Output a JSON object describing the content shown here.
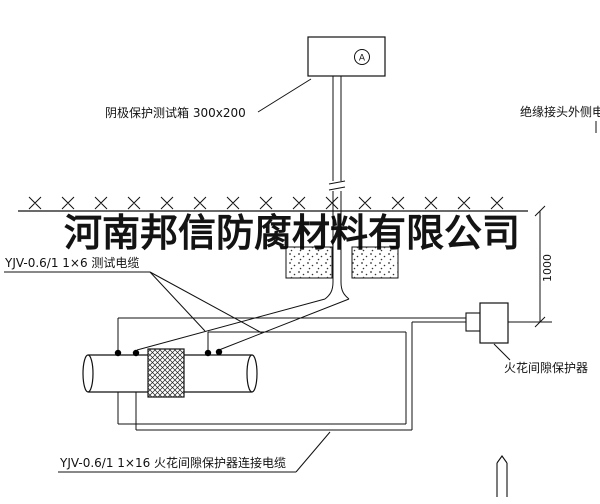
{
  "drawing": {
    "watermark": "河南邦信防腐材料有限公司",
    "test_box": {
      "label": "阴极保护测试箱 300x200",
      "symbol": "A"
    },
    "labels": {
      "outer_cable": "绝缘接头外侧电缆",
      "test_cable": "YJV-0.6/1 1×6  测试电缆",
      "protector": "火花间隙保护器",
      "protector_cable": "YJV-0.6/1 1×16  火花间隙保护器连接电缆"
    },
    "dimension": {
      "depth": "1000"
    }
  }
}
